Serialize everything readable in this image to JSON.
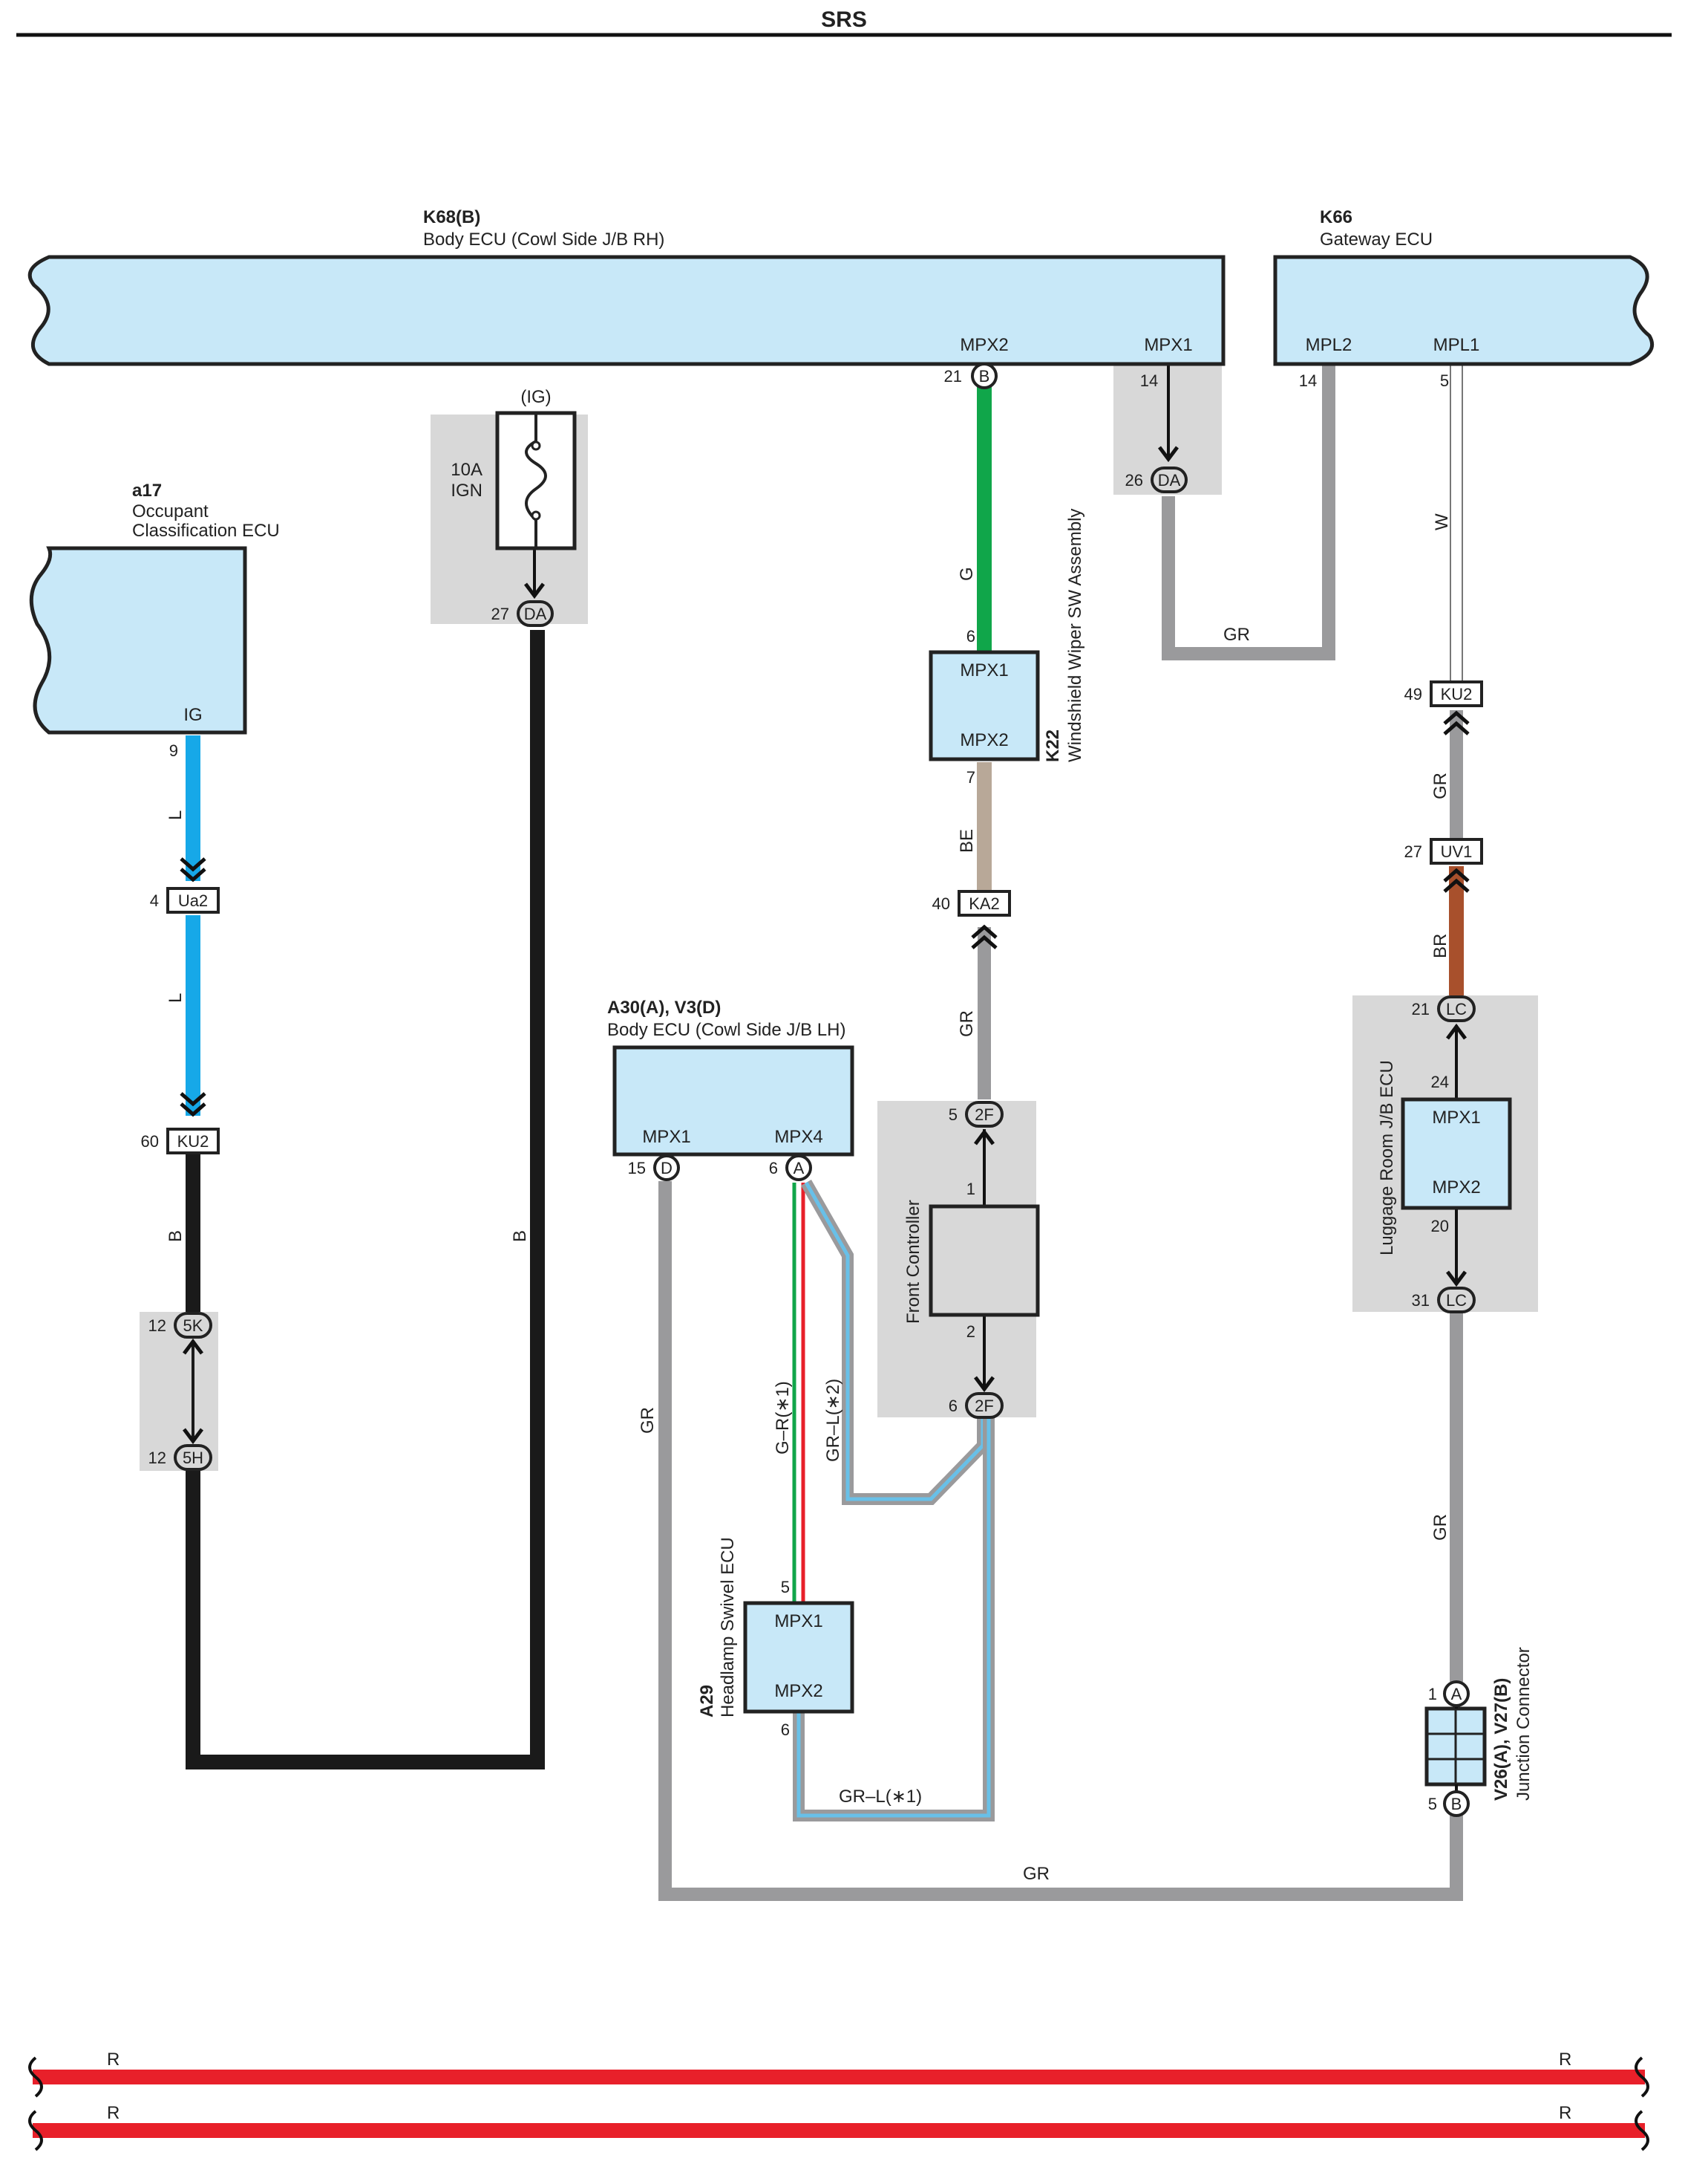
{
  "page_title": "SRS",
  "colors": {
    "ecu_fill": "#c8e8f8",
    "grey_box": "#d8d8d8",
    "wire_green": "#10a64a",
    "wire_blue": "#16a8e8",
    "wire_black": "#1a1a1a",
    "wire_grey": "#9a9a9c",
    "wire_beige": "#b8a898",
    "wire_brown": "#a8502c",
    "wire_red": "#e8202a",
    "wire_lightblue": "#68c0e8"
  },
  "components": {
    "k68b": {
      "code": "K68(B)",
      "name": "Body ECU (Cowl Side J/B RH)",
      "pin_mpx2": "MPX2",
      "pin_mpx1": "MPX1"
    },
    "k66": {
      "code": "K66",
      "name": "Gateway ECU",
      "pin_mpl2": "MPL2",
      "pin_mpl1": "MPL1"
    },
    "a17": {
      "code": "a17",
      "name_line1": "Occupant",
      "name_line2": "Classification ECU",
      "pin_ig": "IG"
    },
    "fuse": {
      "source": "(IG)",
      "rating": "10A",
      "name": "IGN"
    },
    "k22": {
      "code": "K22",
      "name": "Windshield Wiper SW Assembly",
      "pin_mpx1": "MPX1",
      "pin_mpx2": "MPX2"
    },
    "a30": {
      "code": "A30(A), V3(D)",
      "name": "Body ECU (Cowl Side J/B LH)",
      "pin_mpx1": "MPX1",
      "pin_mpx4": "MPX4"
    },
    "front_controller": {
      "name": "Front Controller"
    },
    "a29": {
      "code": "A29",
      "name": "Headlamp Swivel ECU",
      "pin_mpx1": "MPX1",
      "pin_mpx2": "MPX2"
    },
    "luggage": {
      "name": "Luggage Room J/B ECU",
      "pin_mpx1": "MPX1",
      "pin_mpx2": "MPX2"
    },
    "junction": {
      "code": "V26(A), V27(B)",
      "name": "Junction Connector"
    }
  },
  "connectors": {
    "k68_b": {
      "pin": "21",
      "id": "B"
    },
    "k68_mpx1_pin": "14",
    "da_top": {
      "pin": "26",
      "id": "DA"
    },
    "k66_mpl2_pin": "14",
    "k66_mpl1_pin": "5",
    "fuse_da": {
      "pin": "27",
      "id": "DA"
    },
    "a17_ig_pin": "9",
    "ua2": {
      "pin": "4",
      "id": "Ua2"
    },
    "ku2_left": {
      "pin": "60",
      "id": "KU2"
    },
    "j5k": {
      "pin": "12",
      "id": "5K"
    },
    "j5h": {
      "pin": "12",
      "id": "5H"
    },
    "k22_in_pin": "6",
    "k22_out_pin": "7",
    "ka2": {
      "pin": "40",
      "id": "KA2"
    },
    "j2f_top": {
      "pin": "5",
      "id": "2F"
    },
    "fc_pin1": "1",
    "fc_pin2": "2",
    "j2f_bot": {
      "pin": "6",
      "id": "2F"
    },
    "a30_d": {
      "pin": "15",
      "id": "D"
    },
    "a30_a": {
      "pin": "6",
      "id": "A"
    },
    "a29_in_pin": "5",
    "a29_out_pin": "6",
    "ku2_right": {
      "pin": "49",
      "id": "KU2"
    },
    "uv1": {
      "pin": "27",
      "id": "UV1"
    },
    "lc_top": {
      "pin": "21",
      "id": "LC"
    },
    "lr_pin24": "24",
    "lr_pin20": "20",
    "lc_bot": {
      "pin": "31",
      "id": "LC"
    },
    "jc_a": {
      "pin": "1",
      "id": "A"
    },
    "jc_b": {
      "pin": "5",
      "id": "B"
    }
  },
  "wire_labels": {
    "g": "G",
    "gr_a": "GR",
    "w": "W",
    "gr_b": "GR",
    "br": "BR",
    "l1": "L",
    "l2": "L",
    "b1": "B",
    "b2": "B",
    "be": "BE",
    "gr_c": "GR",
    "gr_d": "GR",
    "g_r": "G–R(∗1)",
    "gr_l2": "GR–L(∗2)",
    "gr_e": "GR",
    "gr_l1": "GR–L(∗1)",
    "gr_f": "GR",
    "r_tl": "R",
    "r_tr": "R",
    "r_bl": "R",
    "r_br": "R"
  }
}
